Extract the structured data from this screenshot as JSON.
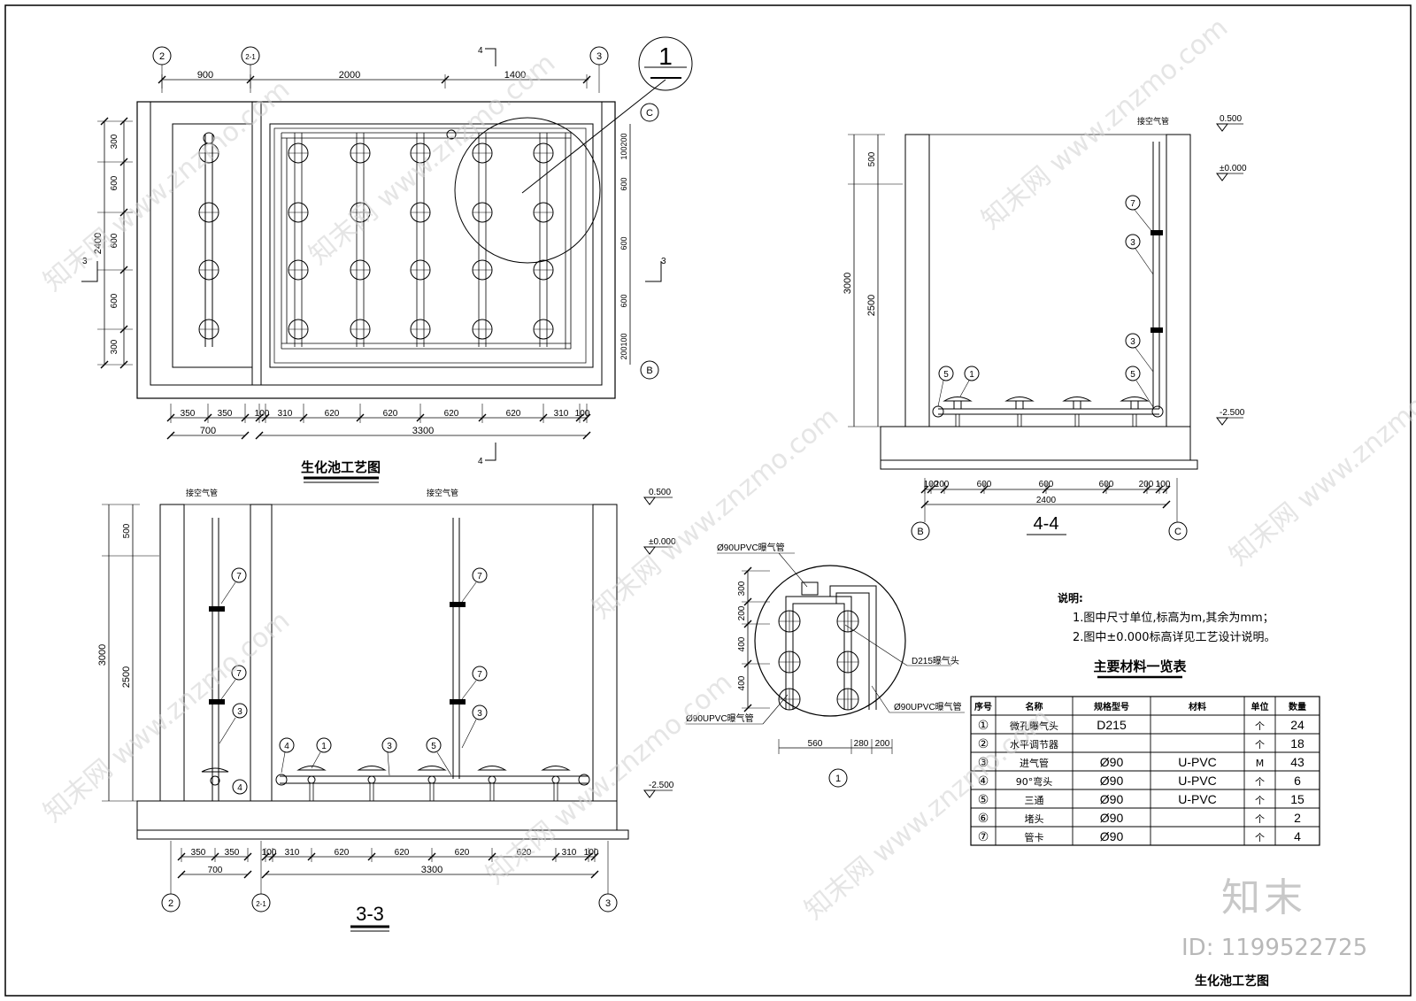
{
  "drawing": {
    "plan": {
      "title": "生化池工艺图",
      "grid_labels": [
        "2",
        "2-1",
        "3",
        "C",
        "B"
      ],
      "top_dims": [
        "900",
        "2000",
        "1400"
      ],
      "left_dims": [
        "300",
        "600",
        "600",
        "600",
        "300"
      ],
      "left_total": "2400",
      "right_dims": [
        "200",
        "100",
        "600",
        "600",
        "600",
        "100",
        "200"
      ],
      "bottom_dims": [
        "350",
        "350",
        "100",
        "310",
        "620",
        "620",
        "620",
        "620",
        "310",
        "100"
      ],
      "bottom_totals": [
        "700",
        "3300"
      ],
      "section_marks": [
        "4",
        "4",
        "3",
        "3"
      ],
      "detail_mark": "1"
    },
    "section_44": {
      "title": "4-4",
      "label_air": "接空气管",
      "elevations": [
        "0.500",
        "±0.000",
        "-2.500"
      ],
      "left_dims": [
        "500",
        "3000",
        "2500"
      ],
      "bottom_dims": [
        "100",
        "200",
        "600",
        "600",
        "600",
        "200",
        "100"
      ],
      "bottom_total": "2400",
      "grid_labels": [
        "B",
        "C"
      ],
      "callouts": [
        "7",
        "3",
        "3",
        "5",
        "5",
        "1"
      ]
    },
    "section_33": {
      "title": "3-3",
      "label_air_1": "接空气管",
      "label_air_2": "接空气管",
      "elevations": [
        "0.500",
        "±0.000",
        "-2.500"
      ],
      "left_dims": [
        "500",
        "3000",
        "2500"
      ],
      "bottom_dims": [
        "350",
        "350",
        "100",
        "310",
        "620",
        "620",
        "620",
        "620",
        "310",
        "100"
      ],
      "bottom_totals": [
        "700",
        "3300"
      ],
      "grid_labels": [
        "2",
        "2-1",
        "3"
      ],
      "callouts": [
        "7",
        "7",
        "3",
        "4",
        "7",
        "7",
        "3",
        "4",
        "1",
        "3",
        "5"
      ]
    },
    "detail_1": {
      "label_pipe_top": "Ø90UPVC曝气管",
      "label_head": "D215曝气头",
      "label_pipe_left": "Ø90UPVC曝气管",
      "label_pipe_right": "Ø90UPVC曝气管",
      "left_dims": [
        "300",
        "200",
        "400",
        "400"
      ],
      "bottom_dims": [
        "560",
        "280",
        "200"
      ],
      "mark": "1"
    }
  },
  "notes": {
    "heading": "说明:",
    "lines": [
      "1.图中尺寸单位,标高为m,其余为mm；",
      "2.图中±0.000标高详见工艺设计说明。"
    ]
  },
  "materials_table": {
    "title": "主要材料一览表",
    "headers": [
      "序号",
      "名称",
      "规格型号",
      "材料",
      "单位",
      "数量"
    ],
    "rows": [
      [
        "①",
        "微孔曝气头",
        "D215",
        "",
        "个",
        "24"
      ],
      [
        "②",
        "水平调节器",
        "",
        "",
        "个",
        "18"
      ],
      [
        "③",
        "进气管",
        "Ø90",
        "U-PVC",
        "M",
        "43"
      ],
      [
        "④",
        "90°弯头",
        "Ø90",
        "U-PVC",
        "个",
        "6"
      ],
      [
        "⑤",
        "三通",
        "Ø90",
        "U-PVC",
        "个",
        "15"
      ],
      [
        "⑥",
        "堵头",
        "Ø90",
        "",
        "个",
        "2"
      ],
      [
        "⑦",
        "管卡",
        "Ø90",
        "",
        "个",
        "4"
      ]
    ]
  },
  "footer": {
    "title": "生化池工艺图"
  },
  "watermark": {
    "brand": "知末",
    "site": "知末网 www.znzmo.com",
    "id": "ID: 1199522725"
  }
}
